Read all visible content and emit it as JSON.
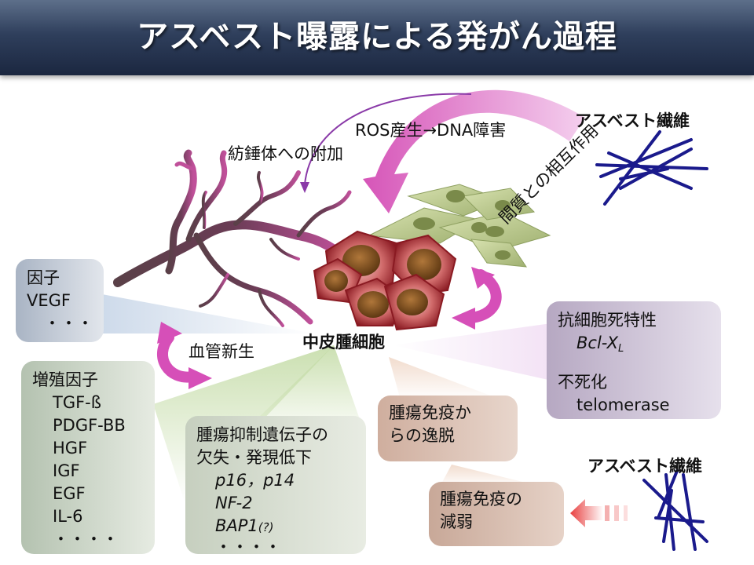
{
  "title": "アスベスト曝露による発がん過程",
  "labels": {
    "ros": "ROS産生→DNA障害",
    "spindle": "紡錘体への附加",
    "asbestos_top": "アスベスト繊維",
    "asbestos_bottom": "アスベスト繊維",
    "stroma": "間質との相互作用",
    "angiogenesis": "血管新生",
    "mesothelioma": "中皮腫細胞"
  },
  "boxes": {
    "factor": {
      "lines": [
        "因子",
        "VEGF",
        "・・・"
      ]
    },
    "growth": {
      "title": "増殖因子",
      "items": [
        "TGF-ß",
        "PDGF-BB",
        "HGF",
        "IGF",
        "EGF",
        "IL-6",
        "・・・・"
      ]
    },
    "suppressor": {
      "title_line1": "腫瘍抑制遺伝子の",
      "title_line2": "欠失・発現低下",
      "gene1": "p16",
      "sep": "，",
      "gene2": "p14",
      "gene3": "NF-2",
      "gene4": "BAP1",
      "gene4_note": "(?)",
      "more": "・・・・"
    },
    "escape": {
      "line1": "腫瘍免疫か",
      "line2": "らの逸脱"
    },
    "weaken": {
      "line1": "腫瘍免疫の",
      "line2": "減弱"
    },
    "anti": {
      "title": "抗細胞死特性",
      "bcl": "Bcl-X",
      "bcl_sub": "L",
      "immortal": "不死化",
      "telomerase": "telomerase"
    }
  },
  "colors": {
    "title_bar": "#2f3f5c",
    "vessel": "#b0458a",
    "arrow_pink": "#e060c0",
    "fiber": "#1a1a8c",
    "cell_red": "#a8202a",
    "nucleus": "#7a4a1e",
    "stroma_green": "#b8c880",
    "arrow_red": "#e04040"
  }
}
